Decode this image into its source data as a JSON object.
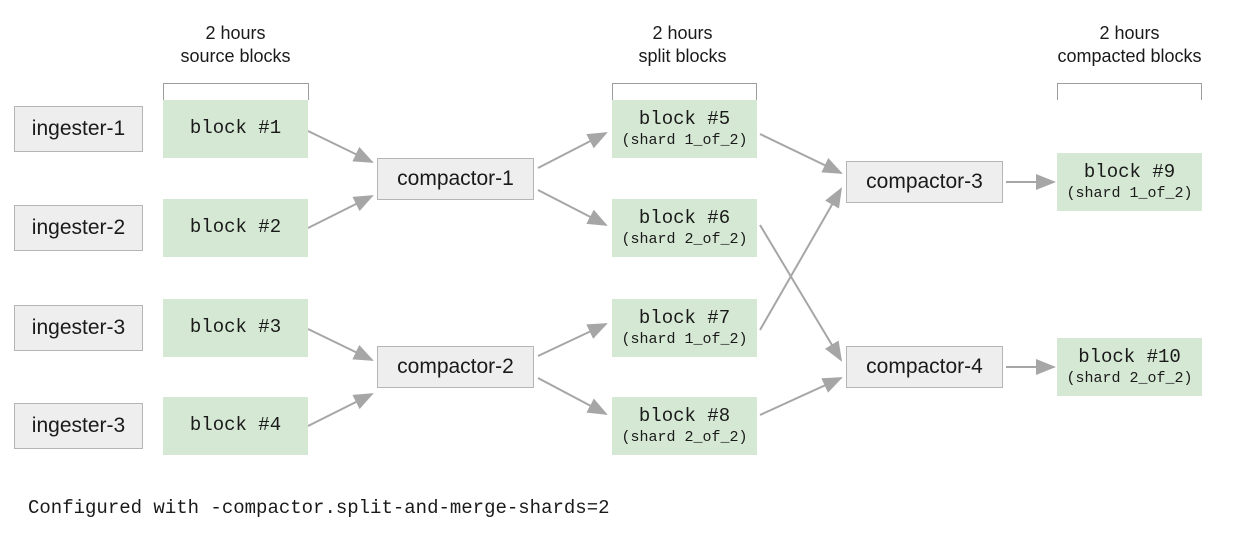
{
  "diagram": {
    "title_note": "Configured with -compactor.split-and-merge-shards=2",
    "groups": [
      {
        "id": "source",
        "line1": "2 hours",
        "line2": "source blocks"
      },
      {
        "id": "split",
        "line1": "2 hours",
        "line2": "split blocks"
      },
      {
        "id": "compacted",
        "line1": "2 hours",
        "line2": "compacted blocks"
      }
    ],
    "ingesters": [
      {
        "id": "ingester-1",
        "label": "ingester-1"
      },
      {
        "id": "ingester-2",
        "label": "ingester-2"
      },
      {
        "id": "ingester-3a",
        "label": "ingester-3"
      },
      {
        "id": "ingester-3b",
        "label": "ingester-3"
      }
    ],
    "source_blocks": [
      {
        "id": "block-1",
        "label": "block #1",
        "shard": ""
      },
      {
        "id": "block-2",
        "label": "block #2",
        "shard": ""
      },
      {
        "id": "block-3",
        "label": "block #3",
        "shard": ""
      },
      {
        "id": "block-4",
        "label": "block #4",
        "shard": ""
      }
    ],
    "split_blocks": [
      {
        "id": "block-5",
        "label": "block #5",
        "shard": "(shard 1_of_2)"
      },
      {
        "id": "block-6",
        "label": "block #6",
        "shard": "(shard 2_of_2)"
      },
      {
        "id": "block-7",
        "label": "block #7",
        "shard": "(shard 1_of_2)"
      },
      {
        "id": "block-8",
        "label": "block #8",
        "shard": "(shard 2_of_2)"
      }
    ],
    "compacted_blocks": [
      {
        "id": "block-9",
        "label": "block #9",
        "shard": "(shard 1_of_2)"
      },
      {
        "id": "block-10",
        "label": "block #10",
        "shard": "(shard 2_of_2)"
      }
    ],
    "compactors": [
      {
        "id": "compactor-1",
        "label": "compactor-1"
      },
      {
        "id": "compactor-2",
        "label": "compactor-2"
      },
      {
        "id": "compactor-3",
        "label": "compactor-3"
      },
      {
        "id": "compactor-4",
        "label": "compactor-4"
      }
    ],
    "colors": {
      "block_fill": "#d5e8d4",
      "node_fill": "#eeeeee",
      "node_border": "#b5b5b5",
      "arrow": "#a6a6a6",
      "bracket": "#9d9d9d",
      "text": "#1a1a1a",
      "background": "#ffffff"
    },
    "edges": [
      {
        "from": "block-1",
        "to": "compactor-1"
      },
      {
        "from": "block-2",
        "to": "compactor-1"
      },
      {
        "from": "block-3",
        "to": "compactor-2"
      },
      {
        "from": "block-4",
        "to": "compactor-2"
      },
      {
        "from": "compactor-1",
        "to": "block-5"
      },
      {
        "from": "compactor-1",
        "to": "block-6"
      },
      {
        "from": "compactor-2",
        "to": "block-7"
      },
      {
        "from": "compactor-2",
        "to": "block-8"
      },
      {
        "from": "block-5",
        "to": "compactor-3"
      },
      {
        "from": "block-7",
        "to": "compactor-3"
      },
      {
        "from": "block-6",
        "to": "compactor-4"
      },
      {
        "from": "block-8",
        "to": "compactor-4"
      },
      {
        "from": "compactor-3",
        "to": "block-9"
      },
      {
        "from": "compactor-4",
        "to": "block-10"
      }
    ]
  }
}
